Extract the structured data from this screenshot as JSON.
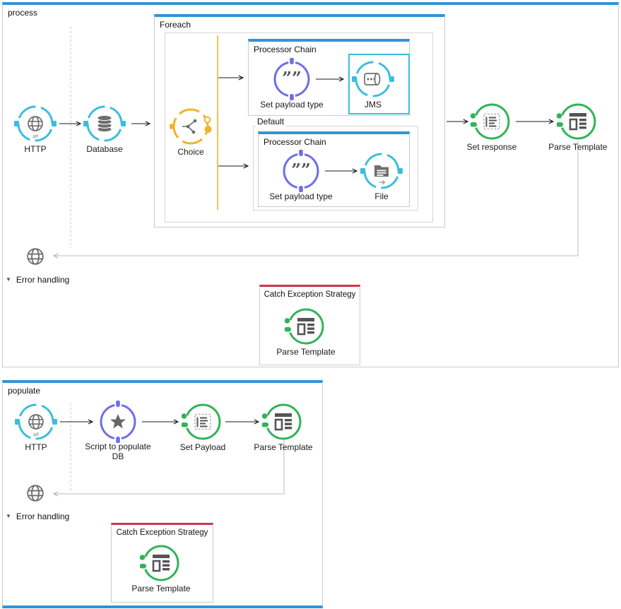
{
  "colors": {
    "flow_accent_blue": "#3094D8",
    "exception_accent_red": "#CE3449",
    "endpoint_cyan": "#3BBEDC",
    "choice_yellow": "#EFB32C",
    "transformer_purple": "#6F6DE8",
    "component_green": "#2FB457",
    "icon_gray": "#6F6F6F",
    "connector_black": "#1A1A1A",
    "return_line_gray": "#B5B5B5"
  },
  "icons": {
    "collapse_arrow": "▼"
  },
  "flows": {
    "process": {
      "title": "process",
      "foreach_title": "Foreach",
      "when_chain_title": "Processor Chain",
      "default_label": "Default",
      "default_chain_title": "Processor Chain",
      "nodes": {
        "http": "HTTP",
        "database": "Database",
        "choice": "Choice",
        "set_payload_type_when": "Set payload type",
        "jms": "JMS",
        "set_payload_type_default": "Set payload type",
        "file": "File",
        "set_response": "Set response",
        "parse_template": "Parse Template"
      },
      "error_handling": {
        "label": "Error handling",
        "catch_title": "Catch Exception Strategy",
        "parse_template": "Parse Template"
      }
    },
    "populate": {
      "title": "populate",
      "nodes": {
        "http": "HTTP",
        "script": "Script to populate DB",
        "set_payload": "Set Payload",
        "parse_template": "Parse Template"
      },
      "error_handling": {
        "label": "Error handling",
        "catch_title": "Catch Exception Strategy",
        "parse_template": "Parse Template"
      }
    }
  }
}
